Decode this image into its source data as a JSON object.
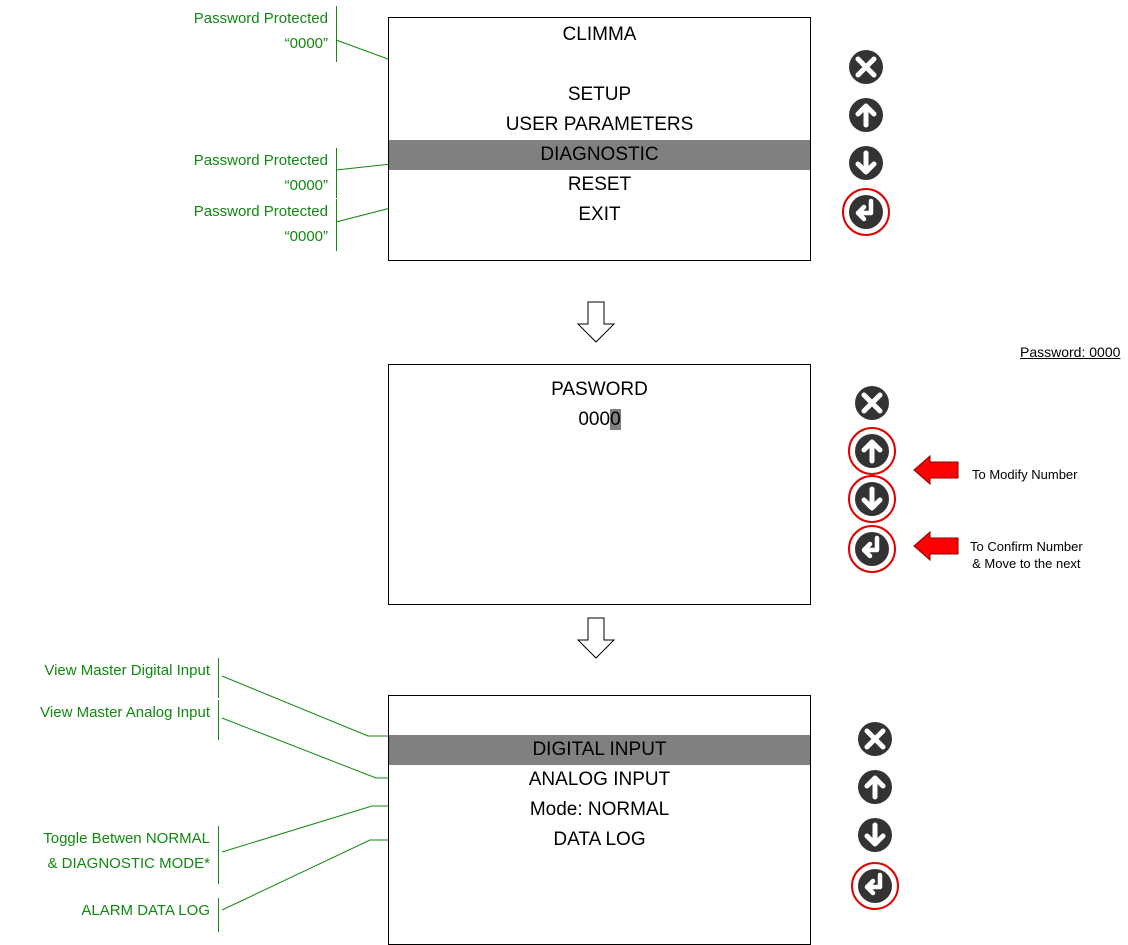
{
  "screen1": {
    "title": "CLIMMA",
    "items": [
      "SETUP",
      "USER PARAMETERS",
      "DIAGNOSTIC",
      "RESET",
      "EXIT"
    ],
    "selected": "DIAGNOSTIC"
  },
  "screen2": {
    "title": "PASWORD",
    "value_prefix": "000",
    "value_cursor": "0"
  },
  "screen3": {
    "items": [
      "DIGITAL INPUT",
      "ANALOG INPUT",
      "Mode: NORMAL",
      "DATA LOG"
    ],
    "selected": "DIGITAL INPUT"
  },
  "notes": {
    "setup": [
      "Password Protected",
      "“0000”"
    ],
    "diagnostic": [
      "Password Protected",
      "“0000”"
    ],
    "reset": [
      "Password Protected",
      "“0000”"
    ],
    "digital": "View  Master Digital Input",
    "analog": "View  Master Analog Input",
    "mode": [
      "Toggle Betwen NORMAL",
      "& DIAGNOSTIC MODE*"
    ],
    "alarm": "ALARM DATA LOG"
  },
  "password_hint": "Password: 0000",
  "arrow_labels": {
    "modify": "To Modify Number",
    "confirm": [
      "To Confirm Number",
      "& Move to the next"
    ]
  },
  "buttons": [
    "close-icon",
    "arrow-up-icon",
    "arrow-down-icon",
    "enter-icon"
  ],
  "colors": {
    "annotation": "#118811",
    "selection": "#808080",
    "button": "#333333",
    "highlight_ring": "#e00000",
    "arrow": "#ff0000"
  }
}
